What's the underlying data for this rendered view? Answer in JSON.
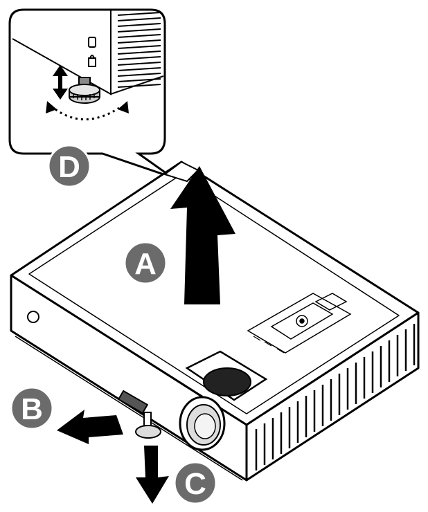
{
  "callouts": {
    "a": "A",
    "b": "B",
    "c": "C",
    "d": "D"
  },
  "colors": {
    "callout_fill": "#6b6b6b",
    "callout_stroke": "#ffffff",
    "line": "#000000",
    "arrow": "#000000",
    "background": "#ffffff"
  },
  "icons": [
    "projector-body",
    "lift-arrow",
    "push-button-arrow",
    "down-arrow",
    "zoom-inset",
    "elevator-foot-icon",
    "rotate-arrows-icon"
  ]
}
